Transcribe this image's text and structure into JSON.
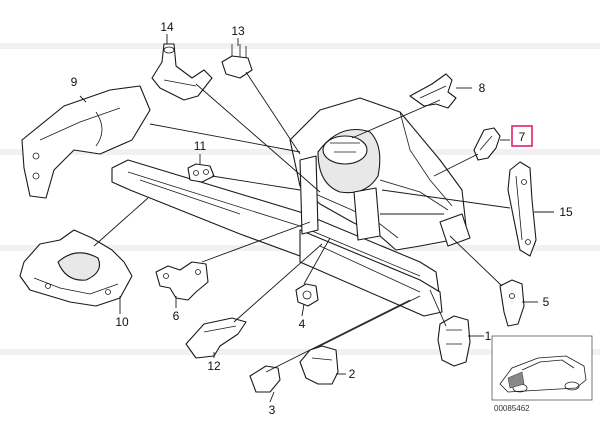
{
  "diagram": {
    "reference_number": "00085462",
    "highlighted_part": "7",
    "highlight_color": "#e0206e",
    "parts": [
      {
        "key": "p14",
        "label": "14"
      },
      {
        "key": "p13",
        "label": "13"
      },
      {
        "key": "p9",
        "label": "9"
      },
      {
        "key": "p8",
        "label": "8"
      },
      {
        "key": "p7",
        "label": "7"
      },
      {
        "key": "p11",
        "label": "11"
      },
      {
        "key": "p15",
        "label": "15"
      },
      {
        "key": "p10",
        "label": "10"
      },
      {
        "key": "p6",
        "label": "6"
      },
      {
        "key": "p4",
        "label": "4"
      },
      {
        "key": "p5",
        "label": "5"
      },
      {
        "key": "p1",
        "label": "1"
      },
      {
        "key": "p12",
        "label": "12"
      },
      {
        "key": "p2",
        "label": "2"
      },
      {
        "key": "p3",
        "label": "3"
      }
    ]
  }
}
